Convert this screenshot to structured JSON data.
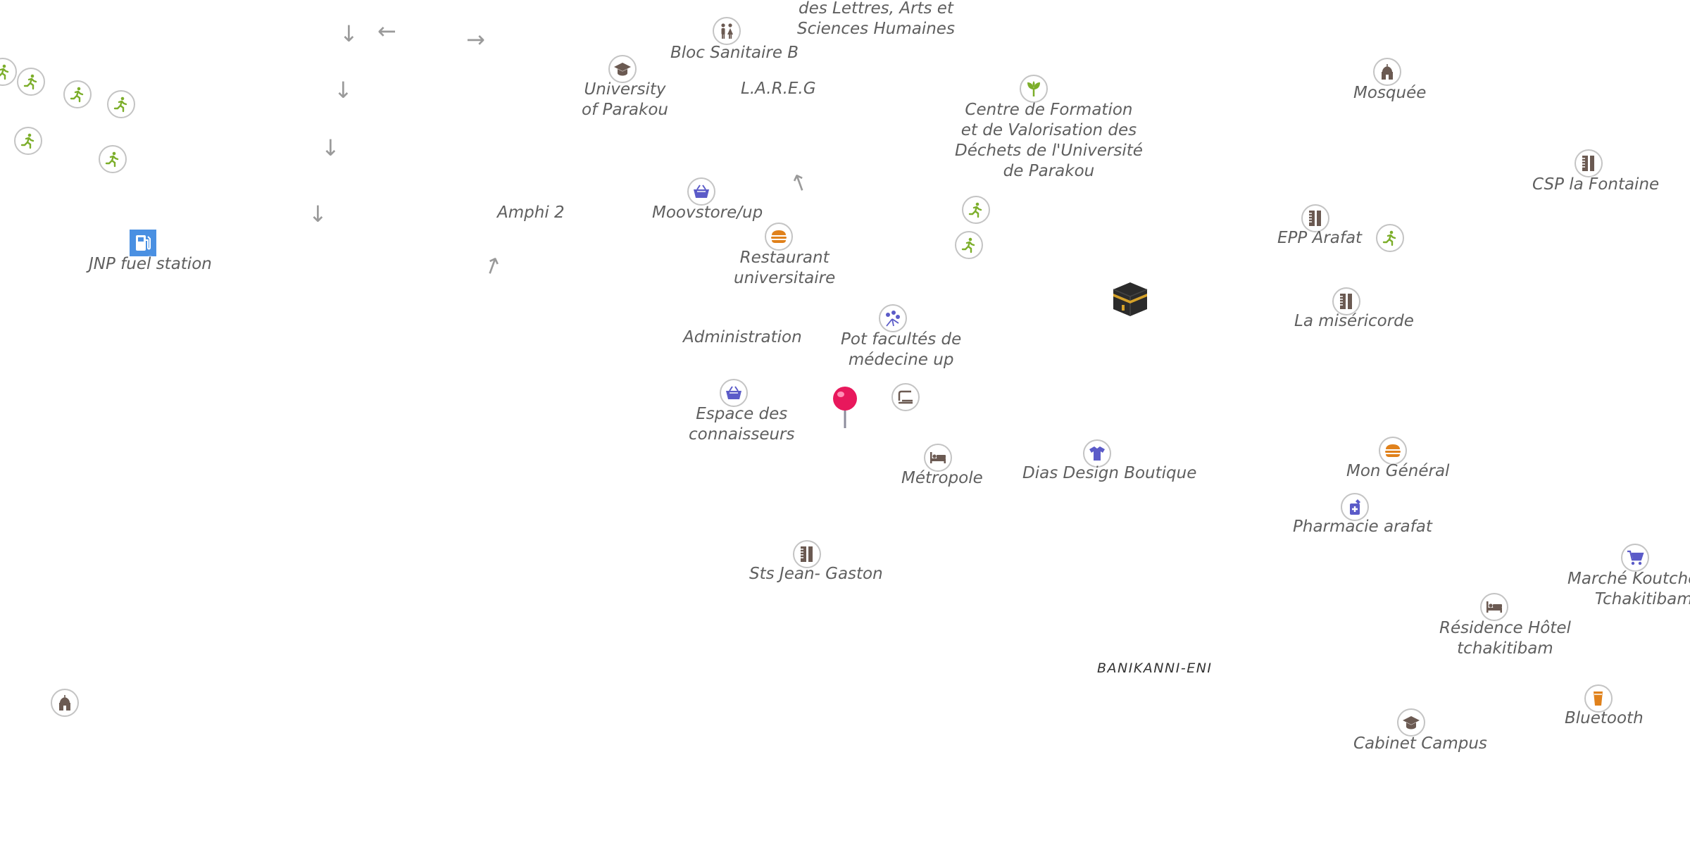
{
  "map": {
    "labels": {
      "faculte_lettres": [
        "des Lettres, Arts et",
        "Sciences Humaines"
      ],
      "bloc_sanitaire": "Bloc Sanitaire B",
      "university": [
        "University",
        "of Parakou"
      ],
      "lareg": "L.A.R.E.G",
      "centre_formation": [
        "Centre de Formation",
        "et de Valorisation des",
        "Déchets de l'Université",
        "de Parakou"
      ],
      "mosquee": "Mosquée",
      "csp_fontaine": "CSP la Fontaine",
      "amphi2": "Amphi 2",
      "moovstore": "Moovstore/up",
      "jnp_fuel": "JNP fuel station",
      "restaurant": [
        "Restaurant",
        "universitaire"
      ],
      "epp_arafat": "EPP Arafat",
      "misericorde": "La miséricorde",
      "administration": "Administration",
      "pot_facultes": [
        "Pot facultés de",
        "médecine up"
      ],
      "espace": [
        "Espace des",
        "connaisseurs"
      ],
      "metropole": "Métropole",
      "dias": "Dias Design Boutique",
      "mon_general": "Mon Général",
      "pharmacie": "Pharmacie arafat",
      "sts_jean": "Sts Jean- Gaston",
      "marche": [
        "Marché Koutcheto",
        "Tchakitibam"
      ],
      "residence": [
        "Résidence Hôtel",
        "tchakitibam"
      ],
      "banikanni": "BANIKANNI-ENI",
      "bluetooth": "Bluetooth",
      "cabinet": "Cabinet Campus"
    },
    "arrows": [
      "↓",
      "←",
      "→",
      "↓",
      "↓",
      "↓",
      "↑",
      "↑"
    ],
    "icons": {
      "sport": "running-person-icon",
      "education": "graduation-cap-icon",
      "toilets": "toilets-icon",
      "recycling": "plant-icon",
      "worship": "mosque-icon",
      "school": "school-ruler-icon",
      "shop": "basket-icon",
      "food": "burger-icon",
      "fuel": "fuel-pump-icon",
      "kaaba": "kaaba-icon",
      "florist": "flowers-icon",
      "clothes": "tshirt-icon",
      "hotel": "bed-icon",
      "pharmacy": "pharmacy-icon",
      "cart": "shopping-cart-icon",
      "drink": "beer-glass-icon",
      "pin": "map-pin-icon"
    },
    "colors": {
      "green_poi": "#7cae2a",
      "brown_poi": "#6b5a52",
      "blue_poi": "#5b5bc8",
      "orange_poi": "#e0811b",
      "fuel_bg": "#4a90e2",
      "pin": "#e8185c"
    }
  }
}
